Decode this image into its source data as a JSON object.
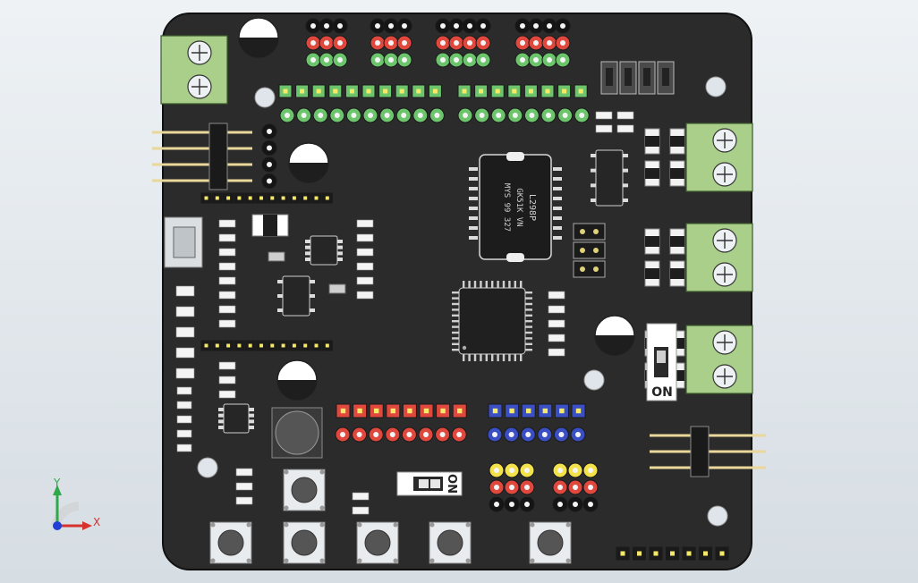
{
  "board": {
    "ic_marking_1": "L298P",
    "ic_marking_2": "GK51K VN",
    "ic_marking_3": "MYS 99 327",
    "switch_label_1": "ON",
    "switch_label_2": "ON"
  },
  "triad": {
    "x_label": "X",
    "y_label": "Y"
  },
  "colors": {
    "pcb": "#2b2b2b",
    "header_green": "#6cc46c",
    "header_red": "#e0483e",
    "header_blue": "#3b4fc4",
    "header_yellow": "#f3e24a",
    "terminal_green": "#a9cf8a"
  }
}
